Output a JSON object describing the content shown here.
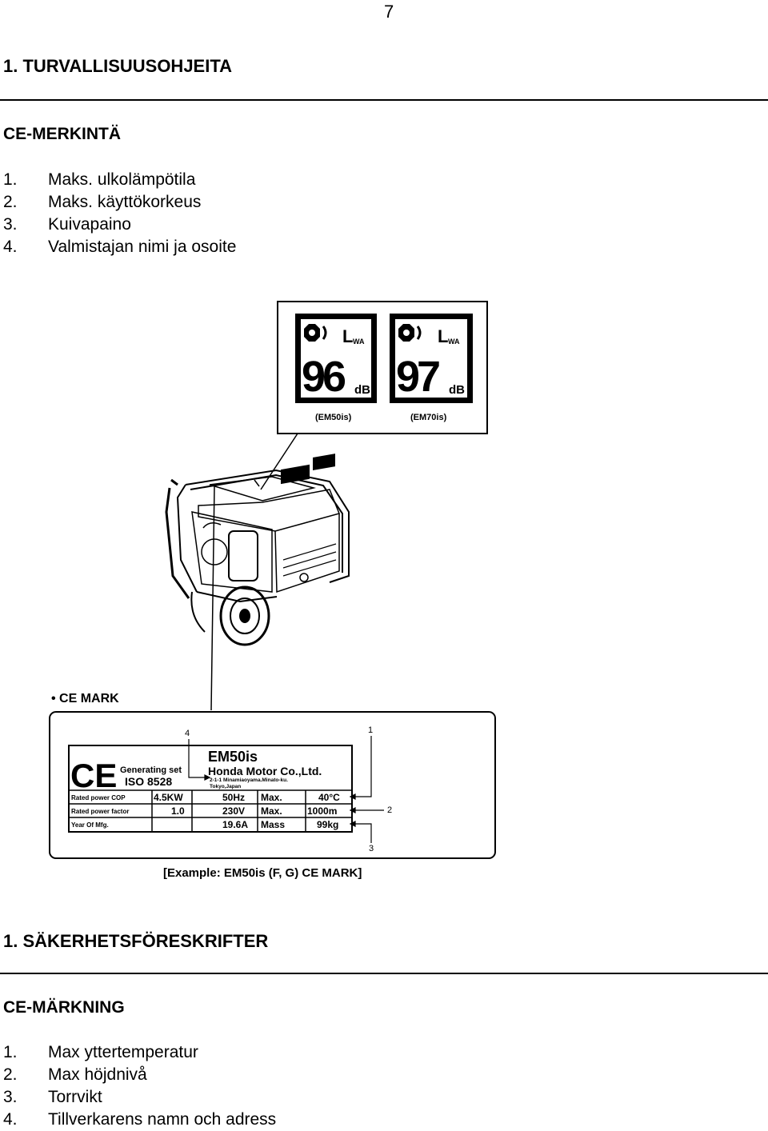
{
  "page_number": "7",
  "finnish": {
    "heading": "1. TURVALLISUUSOHJEITA",
    "subheading": "CE-MERKINTÄ",
    "items": [
      {
        "num": "1.",
        "text": "Maks. ulkolämpötila"
      },
      {
        "num": "2.",
        "text": "Maks. käyttökorkeus"
      },
      {
        "num": "3.",
        "text": "Kuivapaino"
      },
      {
        "num": "4.",
        "text": "Valmistajan nimi ja osoite"
      }
    ]
  },
  "figure": {
    "noise_labels": [
      {
        "lwa": "L",
        "lwa_sub": "WA",
        "value": "96",
        "unit": "dB",
        "model": "(EM50is)"
      },
      {
        "lwa": "L",
        "lwa_sub": "WA",
        "value": "97",
        "unit": "dB",
        "model": "(EM70is)"
      }
    ],
    "ce_mark_title": "• CE MARK",
    "callouts": [
      "1",
      "2",
      "3",
      "4"
    ],
    "plate": {
      "ce": "CE",
      "generating_set": "Generating set",
      "iso": "ISO 8528",
      "model": "EM50is",
      "maker": "Honda Motor Co.,Ltd.",
      "address1": "2-1-1 Minamiaoyama.Minato-ku.",
      "address2": "Tokyo,Japan",
      "rows": [
        {
          "label": "Rated power COP",
          "v1": "4.5KW",
          "v2": "50Hz",
          "v3": "Max.",
          "v4": "40°C"
        },
        {
          "label": "Rated power factor",
          "v1": "1.0",
          "v2": "230V",
          "v3": "Max.",
          "v4": "1000m"
        },
        {
          "label": "Year Of Mfg.",
          "v1": "",
          "v2": "19.6A",
          "v3": "Mass",
          "v4": "99kg"
        }
      ]
    },
    "caption": "[Example: EM50is (F, G) CE MARK]"
  },
  "swedish": {
    "heading": "1. SÄKERHETSFÖRESKRIFTER",
    "subheading": "CE-MÄRKNING",
    "items": [
      {
        "num": "1.",
        "text": "Max yttertemperatur"
      },
      {
        "num": "2.",
        "text": "Max höjdnivå"
      },
      {
        "num": "3.",
        "text": "Torrvikt"
      },
      {
        "num": "4.",
        "text": "Tillverkarens namn och adress"
      }
    ]
  }
}
